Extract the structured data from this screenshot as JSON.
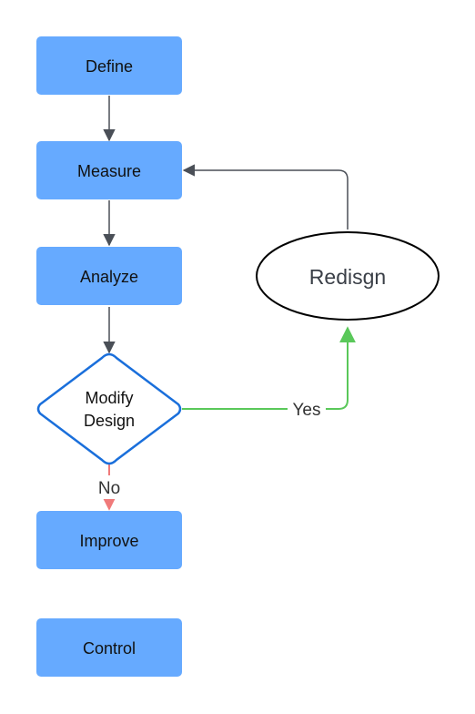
{
  "colors": {
    "box_fill": "#66aaff",
    "diamond_stroke": "#1a6fdb",
    "edge": "#4a4f57",
    "yes_edge": "#5ac85a",
    "no_edge": "#f07a7a",
    "ellipse_stroke": "#000000"
  },
  "nodes": {
    "define": "Define",
    "measure": "Measure",
    "analyze": "Analyze",
    "decision_line1": "Modify",
    "decision_line2": "Design",
    "improve": "Improve",
    "control": "Control",
    "redesign": "Redisgn"
  },
  "edges": {
    "yes_label": "Yes",
    "no_label": "No"
  }
}
